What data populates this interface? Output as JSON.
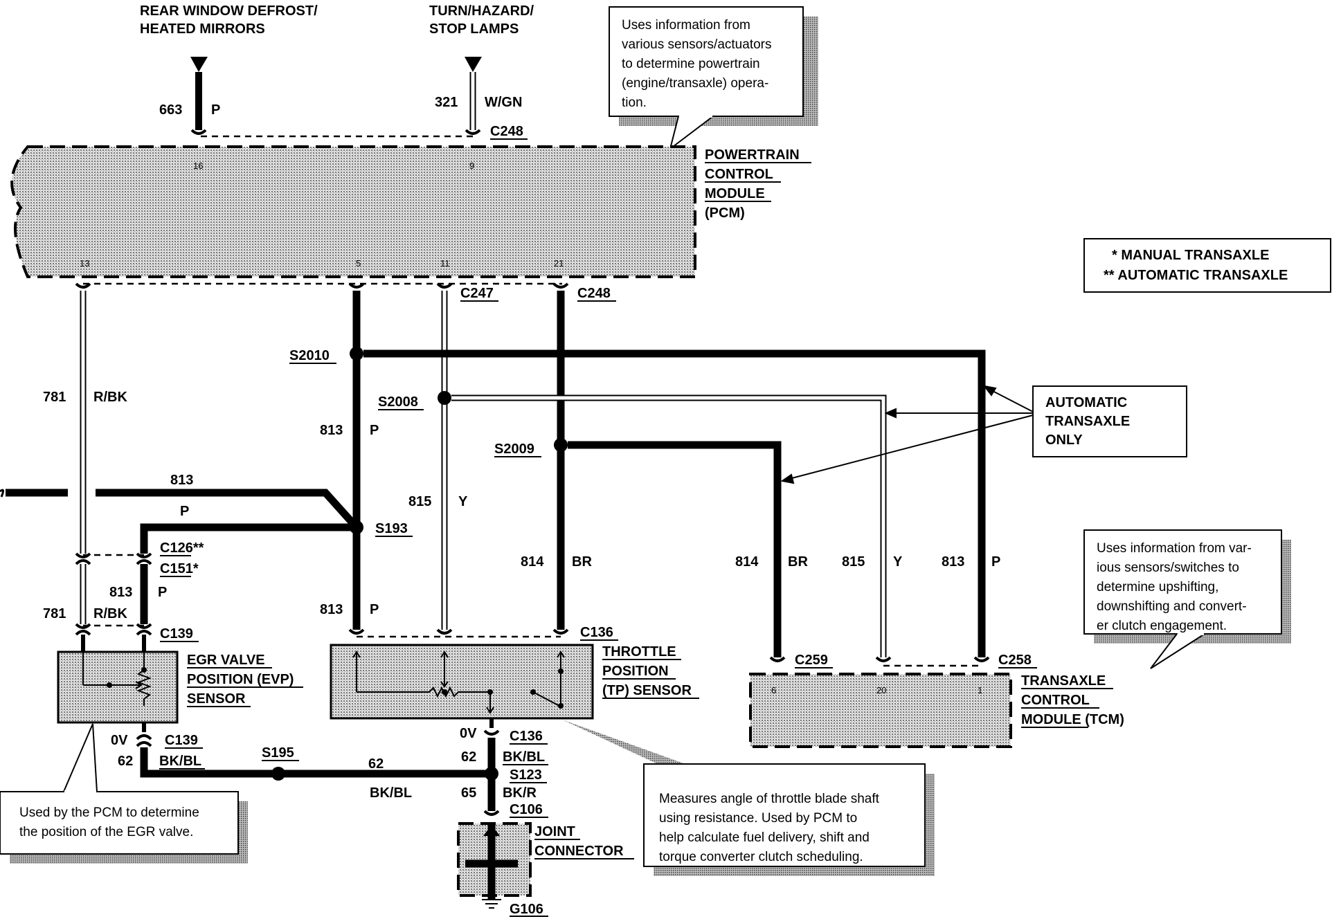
{
  "top_labels": {
    "rear_window": [
      "REAR WINDOW DEFROST/",
      "HEATED MIRRORS"
    ],
    "turn_hazard": [
      "TURN/HAZARD/",
      "STOP LAMPS"
    ]
  },
  "modules": {
    "pcm": [
      "POWERTRAIN",
      "CONTROL",
      "MODULE",
      "(PCM)"
    ],
    "tcm": [
      "TRANSAXLE",
      "CONTROL",
      "MODULE (TCM)"
    ],
    "egr": [
      "EGR VALVE",
      "POSITION (EVP)",
      "SENSOR"
    ],
    "tp": [
      "THROTTLE",
      "POSITION",
      "(TP) SENSOR"
    ],
    "joint": [
      "JOINT",
      "CONNECTOR"
    ]
  },
  "notes": {
    "pcm_note": [
      "Uses information from",
      "various sensors/actuators",
      "to determine powertrain",
      "(engine/transaxle) opera-",
      "tion."
    ],
    "tcm_note": [
      "Uses information from var-",
      "ious sensors/switches to",
      "determine upshifting,",
      "downshifting and convert-",
      "er clutch engagement."
    ],
    "egr_note": [
      "Used by the PCM to determine",
      "the position of the EGR valve."
    ],
    "tp_note": [
      "Measures angle of throttle blade shaft",
      "using resistance. Used by PCM to",
      "help calculate fuel delivery, shift and",
      "torque converter clutch scheduling."
    ],
    "auto_only": [
      "AUTOMATIC",
      "TRANSAXLE",
      "ONLY"
    ]
  },
  "legend": [
    "*  MANUAL TRANSAXLE",
    "**  AUTOMATIC TRANSAXLE"
  ],
  "pins": {
    "pcm_16": "16",
    "pcm_9": "9",
    "pcm_13": "13",
    "pcm_5": "5",
    "pcm_11": "11",
    "pcm_21": "21",
    "tcm_6": "6",
    "tcm_20": "20",
    "tcm_1": "1"
  },
  "connectors": {
    "c248_top": "C248",
    "c247": "C247",
    "c248_mid": "C248",
    "c126": "C126**",
    "c151": "C151*",
    "c139_top": "C139",
    "c139_bot": "C139",
    "c136_top": "C136",
    "c136_bot": "C136",
    "c259": "C259",
    "c258": "C258",
    "c106": "C106",
    "g106": "G106"
  },
  "splices": {
    "s2010": "S2010",
    "s2008": "S2008",
    "s2009": "S2009",
    "s193": "S193",
    "s195": "S195",
    "s123": "S123"
  },
  "circuits": {
    "c663": "663",
    "c663_color": "P",
    "c321": "321",
    "c321_color": "W/GN",
    "c781a": "781",
    "c781a_color": "R/BK",
    "c781b": "781",
    "c781b_color": "R/BK",
    "c813a": "813",
    "c813a_color": "P",
    "c813b": "813",
    "c813b_color": "P",
    "c813c": "813",
    "c813c_color": "P",
    "c813d": "813",
    "c813d_color": "P",
    "c813e": "813",
    "c813e_color": "P",
    "c815a": "815",
    "c815a_color": "Y",
    "c815b": "815",
    "c815b_color": "Y",
    "c814a": "814",
    "c814a_color": "BR",
    "c814b": "814",
    "c814b_color": "BR",
    "c62a": "62",
    "c62a_color": "BK/BL",
    "c62b": "62",
    "c62b_color": "BK/BL",
    "c62c": "62",
    "c62c_color": "BK/BL",
    "c65": "65",
    "c65_color": "BK/R",
    "ov_left": "0V",
    "ov_right": "0V"
  }
}
